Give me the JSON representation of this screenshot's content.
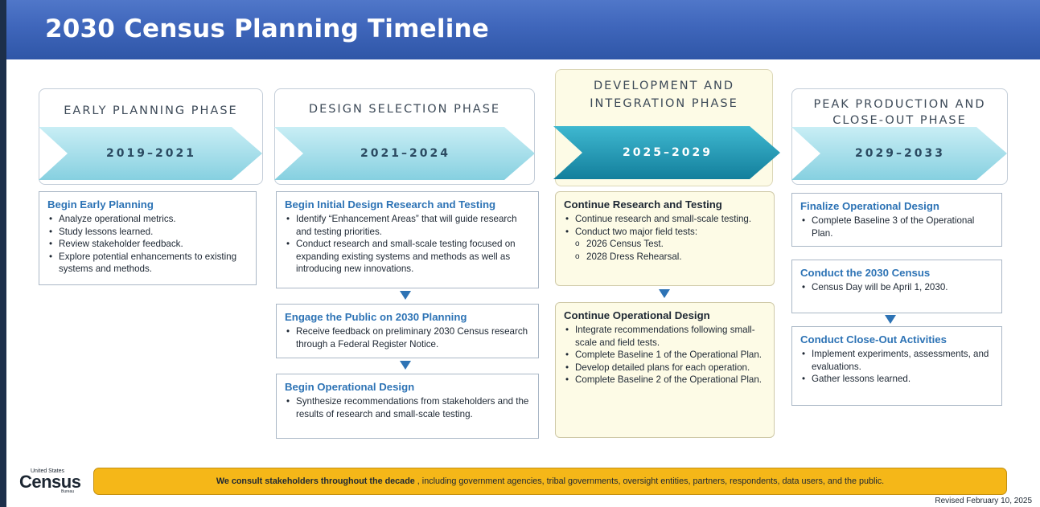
{
  "title": "2030 Census Planning Timeline",
  "colors": {
    "title_bar": "#3f66bb",
    "heading_blue": "#2d73b5",
    "arrow_light": "#9ed9e6",
    "arrow_dark": "#1e9ab8",
    "banner": "#f5b718",
    "dev_bg": "#fdfbe6"
  },
  "phases": [
    {
      "title": "EARLY PLANNING PHASE",
      "years": "2019–2021",
      "boxes": [
        {
          "heading": "Begin Early Planning",
          "bullets": [
            "Analyze operational metrics.",
            "Study lessons learned.",
            "Review stakeholder feedback.",
            "Explore potential enhancements to existing systems and methods."
          ]
        }
      ]
    },
    {
      "title": "DESIGN SELECTION PHASE",
      "years": "2021–2024",
      "boxes": [
        {
          "heading": "Begin Initial Design Research and Testing",
          "bullets": [
            "Identify “Enhancement Areas” that will guide research and testing priorities.",
            "Conduct research and small-scale testing focused on expanding existing systems and methods as well as introducing new innovations."
          ]
        },
        {
          "heading": "Engage the Public on 2030 Planning",
          "bullets": [
            "Receive feedback on preliminary 2030 Census research through a Federal Register Notice."
          ]
        },
        {
          "heading": "Begin Operational Design",
          "bullets": [
            "Synthesize recommendations from stakeholders and the results of research and small-scale testing."
          ]
        }
      ]
    },
    {
      "title_line1": "DEVELOPMENT AND",
      "title_line2": "INTEGRATION PHASE",
      "years": "2025–2029",
      "boxes": [
        {
          "heading": "Continue Research and Testing",
          "bullets": [
            "Continue research and small-scale testing.",
            "Conduct two major field tests:"
          ],
          "sub_bullets": [
            "2026 Census Test.",
            "2028 Dress Rehearsal."
          ]
        },
        {
          "heading": "Continue Operational Design",
          "bullets": [
            "Integrate recommendations following small-scale and field tests.",
            "Complete Baseline 1 of the Operational Plan.",
            "Develop detailed plans for each operation.",
            "Complete Baseline 2 of the Operational Plan."
          ]
        }
      ]
    },
    {
      "title_line1": "PEAK PRODUCTION AND",
      "title_line2": "CLOSE-OUT PHASE",
      "years": "2029–2033",
      "boxes": [
        {
          "heading": "Finalize Operational Design",
          "bullets": [
            "Complete Baseline 3 of the Operational Plan."
          ]
        },
        {
          "heading": "Conduct the 2030 Census",
          "bullets": [
            "Census Day will be April 1, 2030."
          ]
        },
        {
          "heading": "Conduct Close-Out Activities",
          "bullets": [
            "Implement experiments, assessments, and evaluations.",
            "Gather lessons learned."
          ]
        }
      ]
    }
  ],
  "logo": {
    "line1": "United States",
    "line2": "Census",
    "line3": "Bureau"
  },
  "banner": {
    "bold": "We consult stakeholders throughout the decade",
    "rest": ", including government agencies, tribal governments, oversight entities, partners, respondents, data users, and the public."
  },
  "revised": "Revised February 10, 2025"
}
